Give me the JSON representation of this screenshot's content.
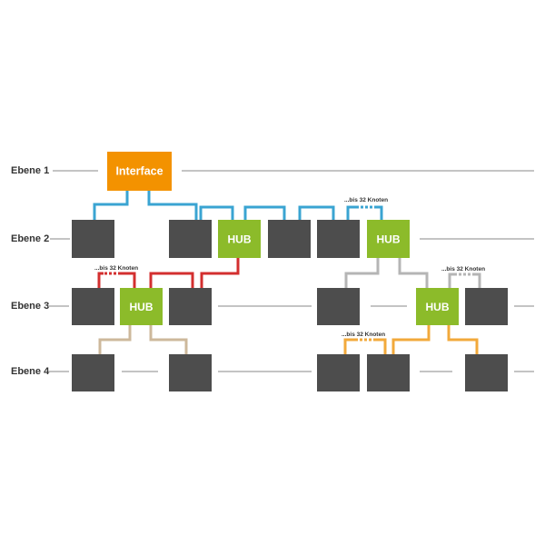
{
  "levels": {
    "l1": "Ebene 1",
    "l2": "Ebene 2",
    "l3": "Ebene 3",
    "l4": "Ebene 4"
  },
  "interface_label": "Interface",
  "hub_label": "HUB",
  "note_label": "...bis 32 Knoten",
  "colors": {
    "interface": "#f39200",
    "hub": "#8cbb2a",
    "node": "#4d4d4d",
    "level_line": "#b0b0b0",
    "blue": "#3aa4d2",
    "red": "#d32f2f",
    "grey": "#b5b5b5",
    "tan": "#cdb89b",
    "yellow": "#f2a93b"
  }
}
